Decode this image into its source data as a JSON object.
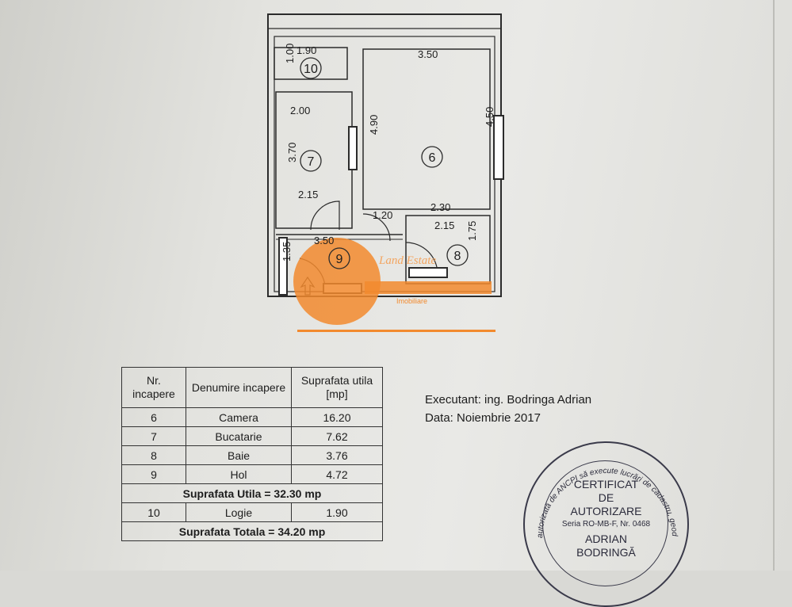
{
  "plan": {
    "dimensions": [
      "1.90",
      "1.00",
      "3.50",
      "2.00",
      "4.90",
      "4.50",
      "3.70",
      "2.15",
      "1.20",
      "2.30",
      "2.15",
      "1.75",
      "3.50",
      "1.35"
    ],
    "rooms": [
      "10",
      "7",
      "6",
      "9",
      "8"
    ]
  },
  "watermark": {
    "brand": "Land Estate",
    "tagline": "Imobiliare"
  },
  "table": {
    "headers": [
      "Nr. incapere",
      "Denumire incapere",
      "Suprafata utila [mp]"
    ],
    "rows": [
      {
        "nr": "6",
        "name": "Camera",
        "area": "16.20"
      },
      {
        "nr": "7",
        "name": "Bucatarie",
        "area": "7.62"
      },
      {
        "nr": "8",
        "name": "Baie",
        "area": "3.76"
      },
      {
        "nr": "9",
        "name": "Hol",
        "area": "4.72"
      }
    ],
    "useful_total": "Suprafata Utila  = 32.30 mp",
    "loggia": {
      "nr": "10",
      "name": "Logie",
      "area": "1.90"
    },
    "grand_total": "Suprafata Totala  = 34.20 mp"
  },
  "executant": "Executant: ing. Bodringa Adrian",
  "date": "Data: Noiembrie 2017",
  "stamp": {
    "lines": [
      "CERTIFICAT",
      "DE",
      "AUTORIZARE",
      "Seria RO-MB-F, Nr. 0468",
      "ADRIAN",
      "BODRINGĂ"
    ],
    "ring": "autorizată de ANCPI să execute lucrări de cadastru, geodezie"
  },
  "colors": {
    "watermark": "#f28a2e",
    "ink": "#222222",
    "stamp": "#3a3a4a"
  }
}
